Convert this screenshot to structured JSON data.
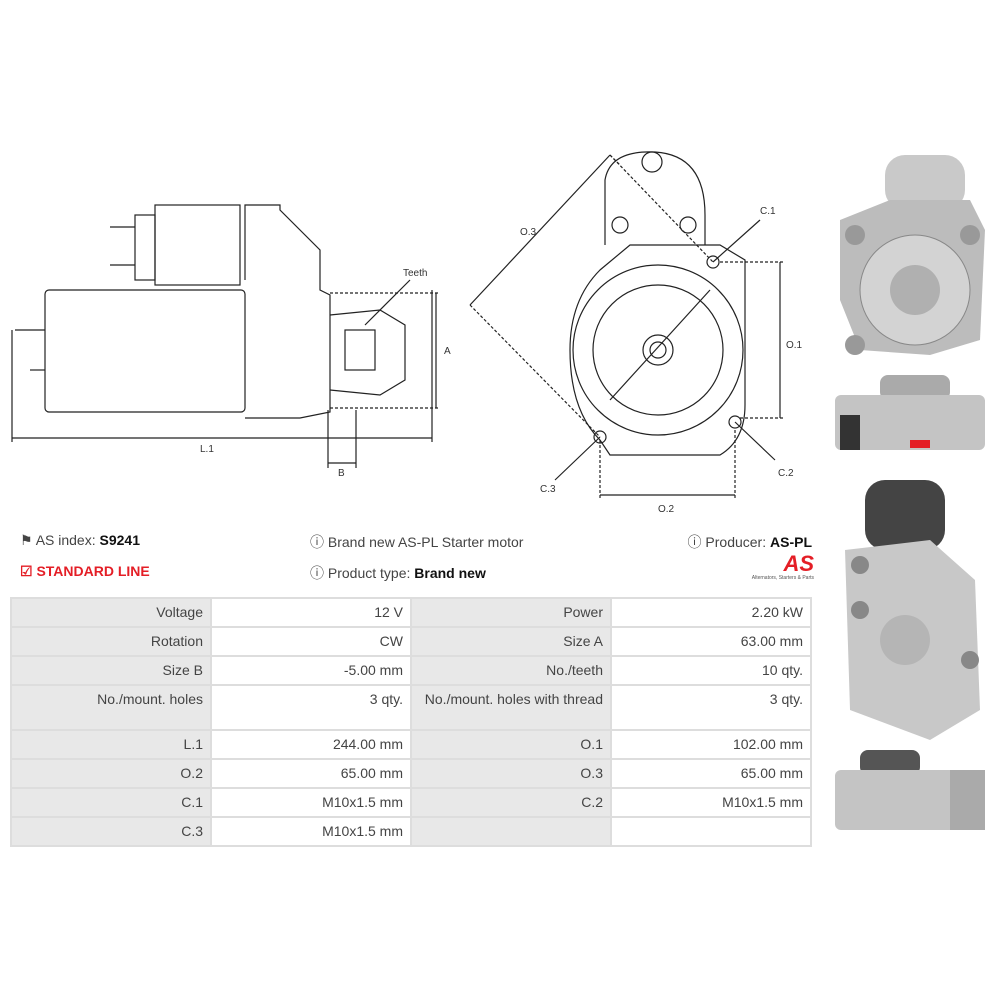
{
  "drawings": {
    "teeth_label": "Teeth",
    "a_label": "A",
    "b_label": "B",
    "l1_label": "L.1",
    "o1_label": "O.1",
    "o2_label": "O.2",
    "o3_label": "O.3",
    "c1_label": "C.1",
    "c2_label": "C.2",
    "c3_label": "C.3"
  },
  "info": {
    "as_index_label": "AS index:",
    "as_index_value": "S9241",
    "line": "STANDARD LINE",
    "description": "Brand new AS-PL Starter motor",
    "product_type_label": "Product type:",
    "product_type_value": "Brand new",
    "producer_label": "Producer:",
    "producer_value": "AS-PL",
    "logo_text": "AS",
    "logo_tagline": "Alternators, Starters & Parts"
  },
  "specs": [
    [
      "Voltage",
      "12 V",
      "Power",
      "2.20 kW"
    ],
    [
      "Rotation",
      "CW",
      "Size A",
      "63.00 mm"
    ],
    [
      "Size B",
      "-5.00 mm",
      "No./teeth",
      "10 qty."
    ],
    [
      "No./mount. holes",
      "3 qty.",
      "No./mount. holes with thread",
      "3 qty."
    ],
    [
      "L.1",
      "244.00 mm",
      "O.1",
      "102.00 mm"
    ],
    [
      "O.2",
      "65.00 mm",
      "O.3",
      "65.00 mm"
    ],
    [
      "C.1",
      "M10x1.5 mm",
      "C.2",
      "M10x1.5 mm"
    ],
    [
      "C.3",
      "M10x1.5 mm",
      "",
      ""
    ]
  ]
}
